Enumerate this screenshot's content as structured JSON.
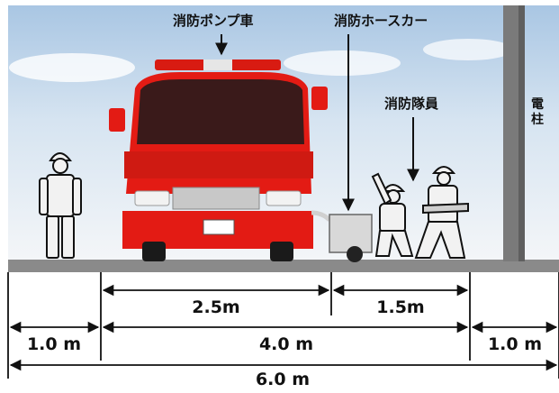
{
  "labels": {
    "pump_truck": "消防ポンプ車",
    "hose_car": "消防ホースカー",
    "firefighters": "消防隊員",
    "utility_pole": "電柱"
  },
  "dimensions": {
    "truck_length": "2.5m",
    "hose_area": "1.5m",
    "left_clearance": "1.0 m",
    "operating_width": "4.0 m",
    "right_clearance": "1.0 m",
    "total_width": "6.0 m"
  },
  "colors": {
    "truck_red": "#e31b14",
    "ground": "#8a8a8a",
    "pole": "#7a7a7a",
    "hose_cart": "#d8d8d8"
  }
}
